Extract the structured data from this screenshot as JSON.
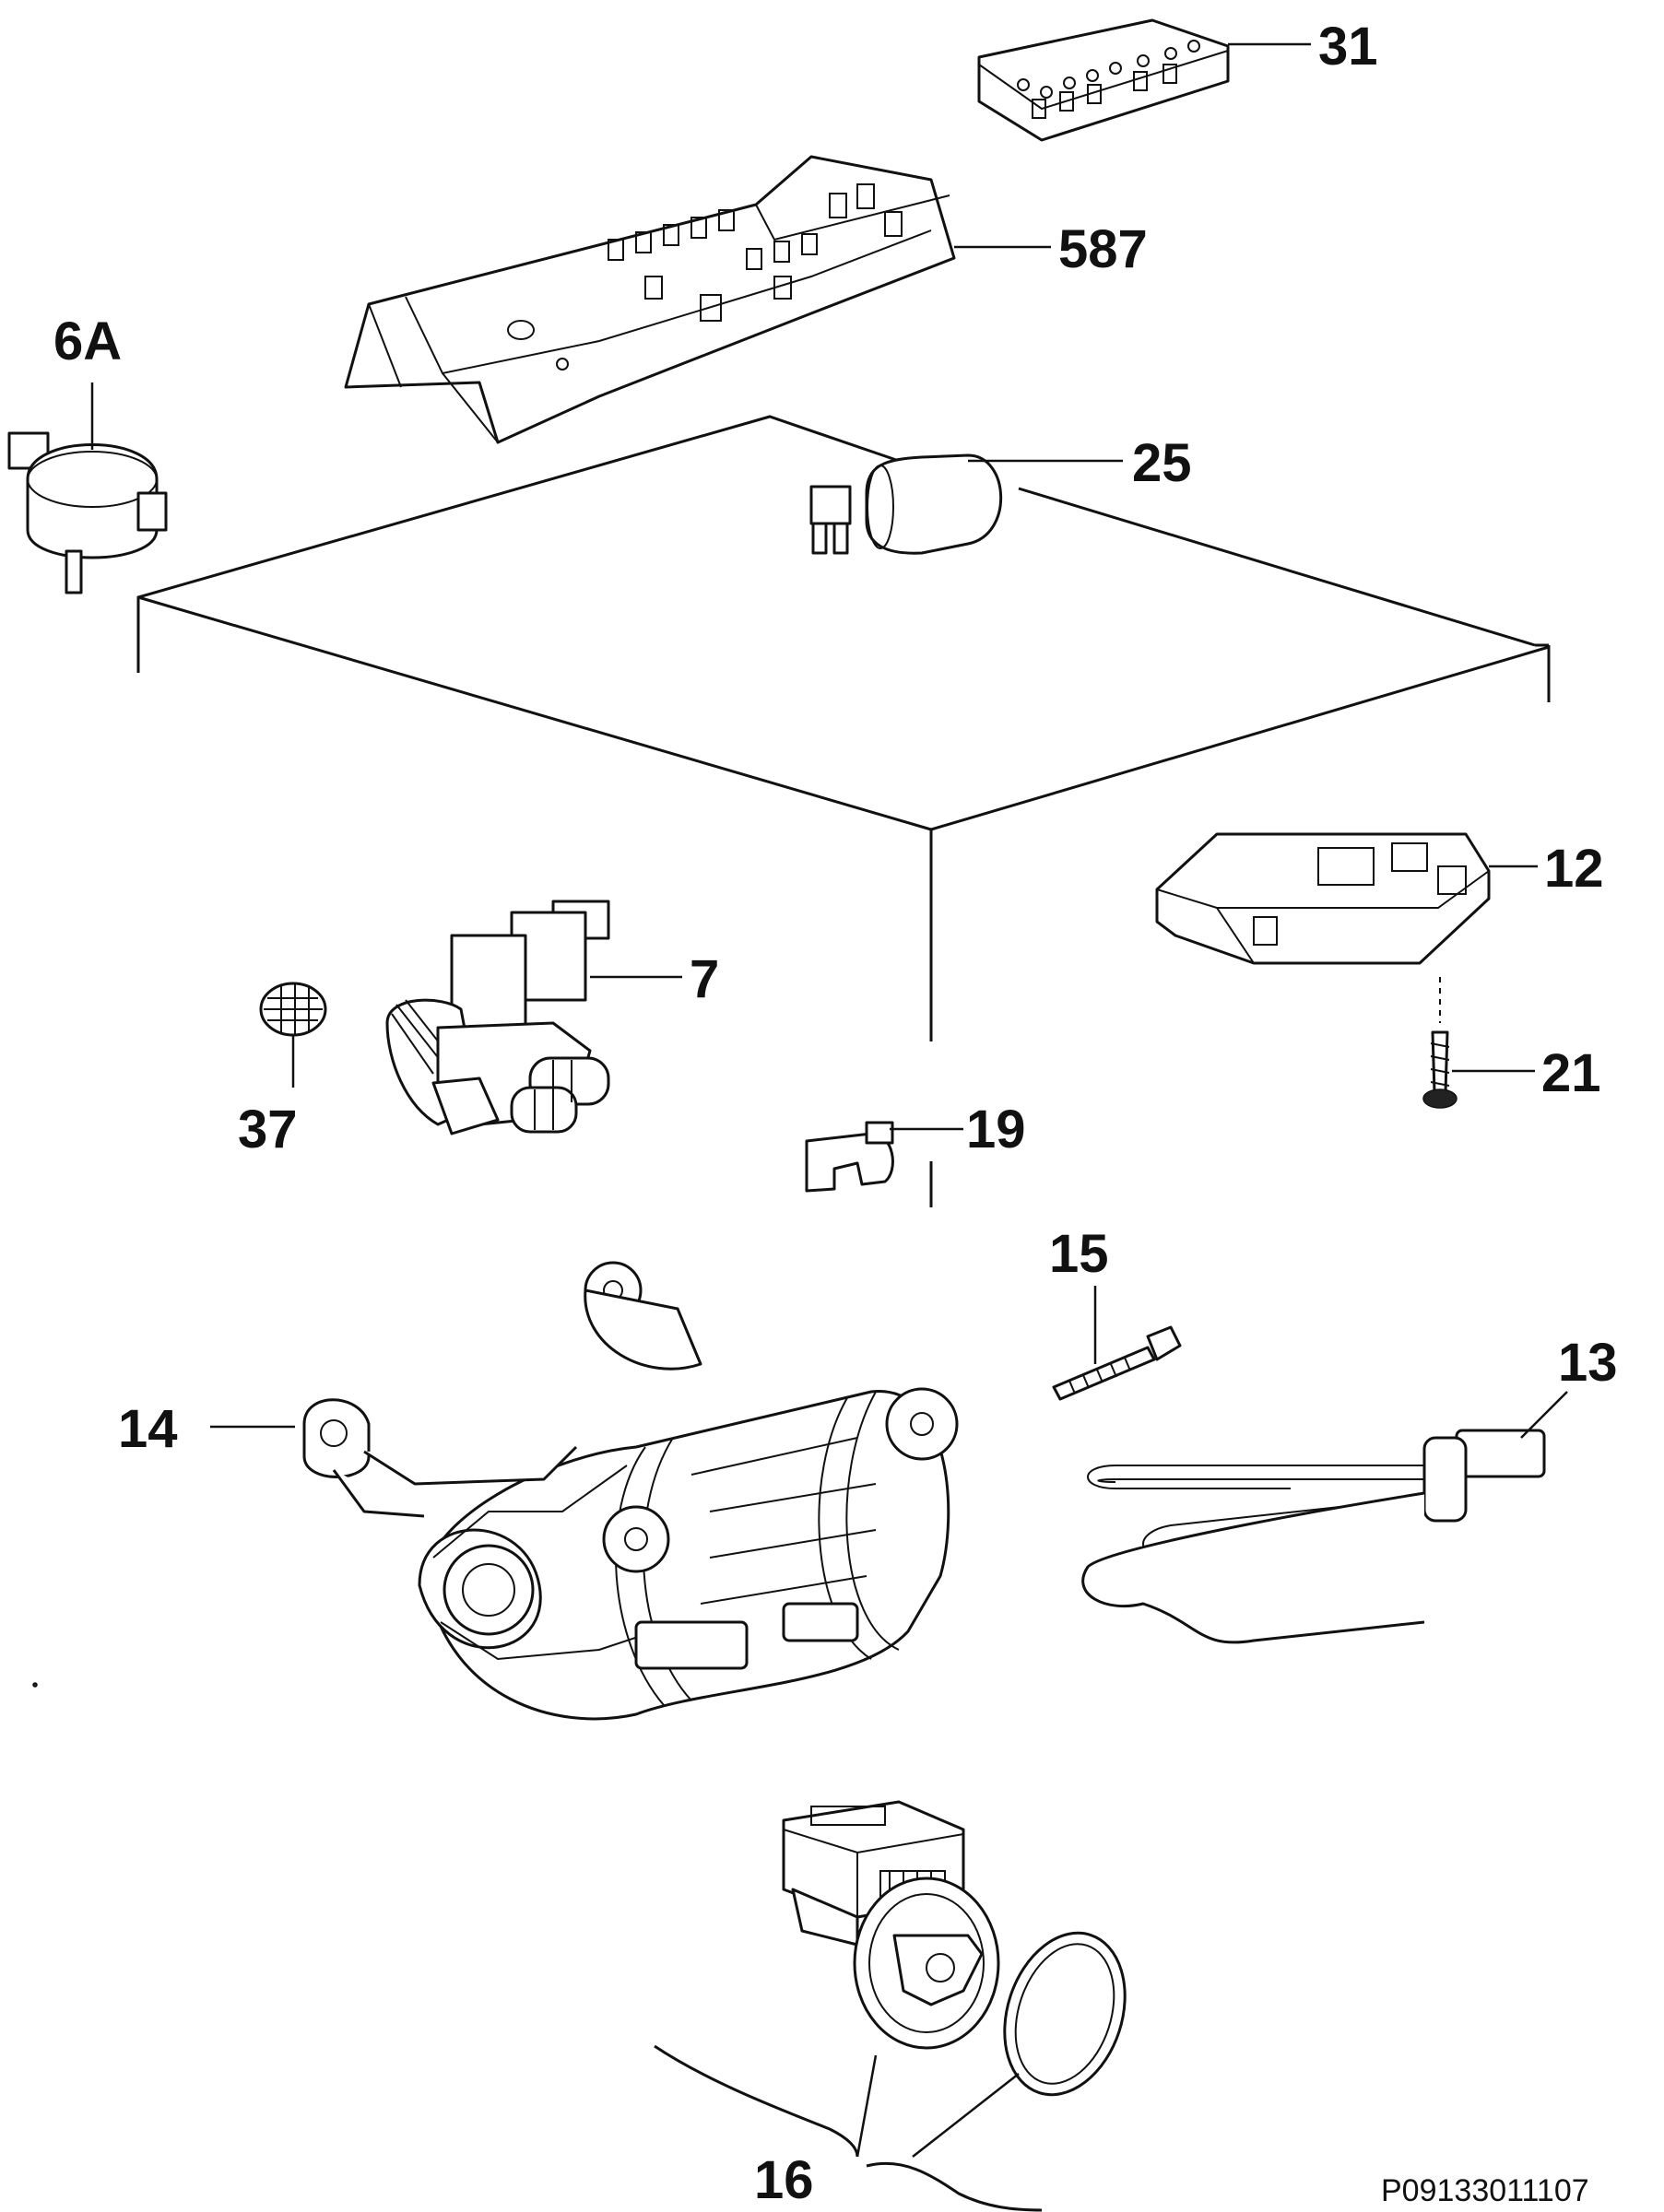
{
  "parts": [
    {
      "id": "p31",
      "label": "31"
    },
    {
      "id": "p587",
      "label": "587"
    },
    {
      "id": "p6A",
      "label": "6A"
    },
    {
      "id": "p25",
      "label": "25"
    },
    {
      "id": "p12",
      "label": "12"
    },
    {
      "id": "p7",
      "label": "7"
    },
    {
      "id": "p21",
      "label": "21"
    },
    {
      "id": "p37",
      "label": "37"
    },
    {
      "id": "p19",
      "label": "19"
    },
    {
      "id": "p15",
      "label": "15"
    },
    {
      "id": "p13",
      "label": "13"
    },
    {
      "id": "p14",
      "label": "14"
    },
    {
      "id": "p16",
      "label": "16"
    }
  ],
  "reference_code": "P09133011107",
  "colors": {
    "line": "#111111",
    "background": "#ffffff"
  }
}
